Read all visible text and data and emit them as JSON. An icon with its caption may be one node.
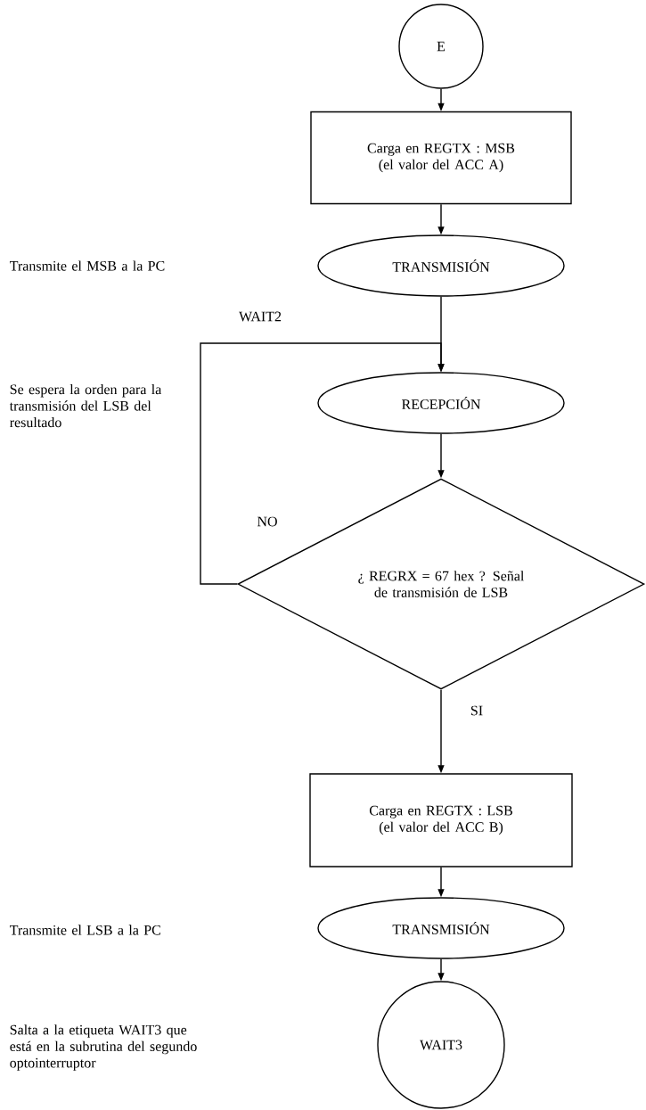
{
  "diagram": {
    "nodes": [
      {
        "text": [
          "E"
        ]
      },
      {
        "text": [
          "Carga en REGTX : MSB (el valor del ACC A)"
        ]
      },
      {
        "text": [
          "TRANSMISIÓN"
        ]
      },
      {
        "text": [
          "RECEPCIÓN"
        ]
      },
      {
        "text": [
          "¿ REGRX = 67 hex ? Señal de transmisión de LSB"
        ]
      },
      {
        "text": [
          "Carga en REGTX : LSB (el valor del ACC B)"
        ]
      },
      {
        "text": [
          "TRANSMISIÓN"
        ]
      },
      {
        "text": [
          "WAIT3"
        ]
      }
    ],
    "edges": [
      {
        "from": 0,
        "to": 1,
        "arrow": "to"
      },
      {
        "from": 1,
        "to": 2,
        "arrow": "to"
      },
      {
        "from": 2,
        "to": 3,
        "arrow": "to"
      },
      {
        "from": 3,
        "to": 4,
        "arrow": "to"
      },
      {
        "from": 4,
        "to": 3,
        "arrow": "to",
        "label": "NO"
      },
      {
        "from": 4,
        "to": 5,
        "arrow": "to",
        "label": "SI"
      },
      {
        "from": 5,
        "to": 6,
        "arrow": "to"
      },
      {
        "from": 6,
        "to": 7,
        "arrow": "to"
      }
    ],
    "labels": [
      "Transmite el MSB a la PC",
      "WAIT2",
      "Se espera la orden para la transmisión del LSB del resultado",
      "Transmite el LSB a la PC",
      "Salta a la etiqueta WAIT3 que está en la subrutina del segundo optointerruptor"
    ]
  }
}
